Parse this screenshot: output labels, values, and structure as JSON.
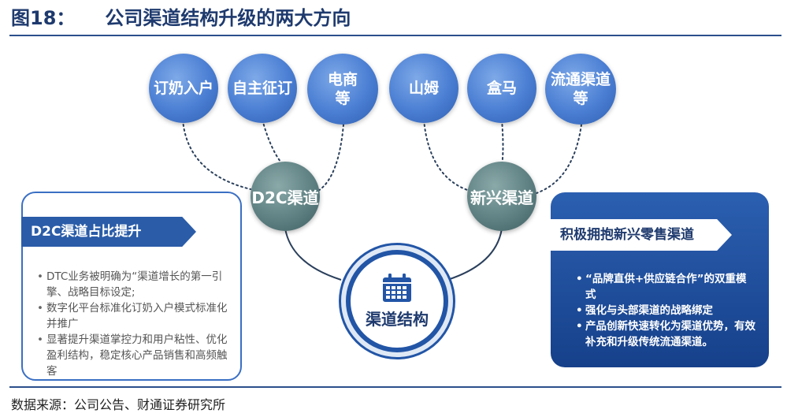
{
  "header": {
    "figure_number": "图18：",
    "title": "公司渠道结构升级的两大方向"
  },
  "bubbles": [
    {
      "line1": "订奶入户",
      "line2": ""
    },
    {
      "line1": "自主征订",
      "line2": ""
    },
    {
      "line1": "电商",
      "line2": "等"
    },
    {
      "line1": "山姆",
      "line2": ""
    },
    {
      "line1": "盒马",
      "line2": ""
    },
    {
      "line1": "流通渠道",
      "line2": "等"
    }
  ],
  "hubs": {
    "left": "D2C渠道",
    "right": "新兴渠道"
  },
  "center": {
    "label": "渠道结构",
    "icon": "calendar-grid-icon"
  },
  "left_panel": {
    "heading": "D2C渠道占比提升",
    "points": [
      "DTC业务被明确为“渠道增长的第一引擎、战略目标设定;",
      "数字化平台标准化订奶入户模式标准化并推广",
      "显著提升渠道掌控力和用户粘性、优化盈利结构，稳定核心产品销售和高频触客"
    ]
  },
  "right_panel": {
    "heading": "积极拥抱新兴零售渠道",
    "points": [
      "“品牌直供+供应链合作”的双重模式",
      "强化与头部渠道的战略绑定",
      "产品创新快速转化为渠道优势，有效补充和升级传统流通渠道。"
    ]
  },
  "footer": {
    "source": "数据来源：公司公告、财通证券研究所"
  },
  "colors": {
    "accent_blue": "#2a5ca8",
    "hub_gray": "#5b7d7f",
    "bubble_blue": "#4a7ed3"
  }
}
